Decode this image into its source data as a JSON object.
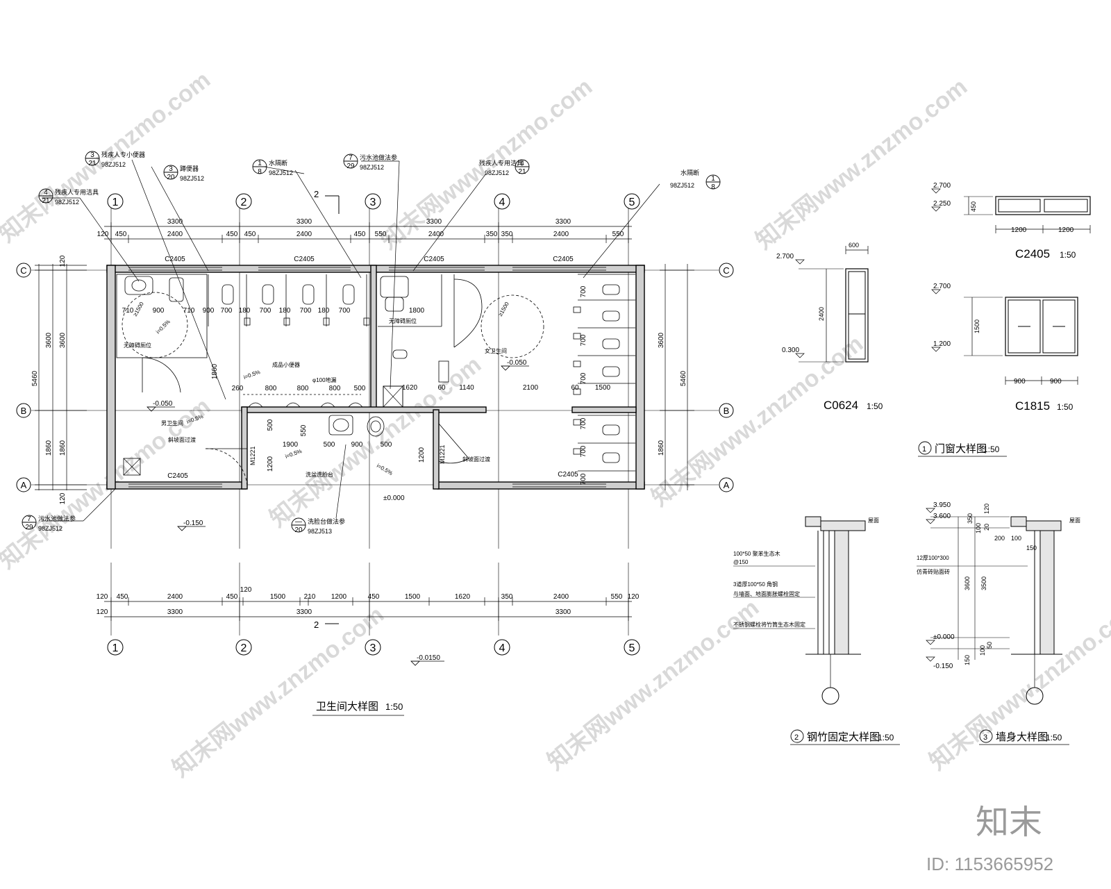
{
  "plan": {
    "title": "卫生间大样图",
    "scale": "1:50",
    "section_mark": "2",
    "axes_x": [
      "1",
      "2",
      "3",
      "4",
      "5"
    ],
    "axes_y": [
      "C",
      "B",
      "A"
    ],
    "dims_top_total": [
      "3300",
      "3300",
      "3300",
      "3300"
    ],
    "dims_top_detail": [
      "120",
      "450",
      "2400",
      "450",
      "450",
      "2400",
      "450",
      "550",
      "2400",
      "350",
      "350",
      "2400",
      "550"
    ],
    "dims_bottom_detail": [
      "120",
      "450",
      "2400",
      "450",
      "120",
      "1500",
      "210",
      "1200",
      "450",
      "1500",
      "1620",
      "350",
      "2400",
      "550",
      "120"
    ],
    "dims_bottom_total": [
      "120",
      "3300",
      "3300",
      "3300"
    ],
    "dims_left": [
      "120",
      "3600",
      "1860",
      "120"
    ],
    "dims_left_total": "5460",
    "dims_right": [
      "3600",
      "1860"
    ],
    "dims_right_total": "5460",
    "windows": [
      "C2405",
      "C2405",
      "C2405",
      "C2405",
      "C2405",
      "C2405"
    ],
    "doors": [
      "M1221",
      "M1221"
    ],
    "rooms": [
      "男卫生间",
      "女卫生间",
      "无障碍厕位",
      "无障碍厕位",
      "残疾人专用洁具"
    ],
    "interior_dims": [
      "710",
      "900",
      "710",
      "900",
      "700",
      "180",
      "700",
      "180",
      "700",
      "180",
      "700",
      "260",
      "800",
      "800",
      "800",
      "500",
      "1860",
      "1900",
      "500",
      "900",
      "500",
      "1200",
      "1800",
      "1140",
      "2100",
      "1500",
      "700",
      "700",
      "700",
      "700",
      "700",
      "700",
      "550",
      "500",
      "1200",
      "1620",
      "60",
      "60"
    ],
    "slopes": [
      "i=0.5%",
      "i=0.5%",
      "i=0.5%",
      "i=0.5%",
      "i=0.5%"
    ],
    "levels": [
      "-0.050",
      "-0.050",
      "-0.150",
      "±0.000",
      "-0.0150"
    ],
    "notes": [
      "成品小便器",
      "φ100地漏",
      "洗盆洗脸台",
      "斜坡面过渡",
      "斜坡面过渡"
    ],
    "circle_r": [
      "≥1500",
      "≥1500"
    ]
  },
  "callouts": [
    {
      "num": "3",
      "sheet": "21",
      "ref": "98ZJ512",
      "text": "残疾人专小便器"
    },
    {
      "num": "3",
      "sheet": "20",
      "ref": "98ZJ512",
      "text": "蹲便器"
    },
    {
      "num": "1",
      "sheet": "8",
      "ref": "98ZJ512",
      "text": "水隔断"
    },
    {
      "num": "7",
      "sheet": "29",
      "ref": "98ZJ512",
      "text": "污水池做法参"
    },
    {
      "num": "4",
      "sheet": "21",
      "ref": "98ZJ512",
      "text": "残疾人专用洁具"
    },
    {
      "num": "1",
      "sheet": "8",
      "ref": "98ZJ512",
      "text": "水隔断"
    },
    {
      "num": "4",
      "sheet": "21",
      "ref": "98ZJ512",
      "text": "残疾人专用洁具"
    },
    {
      "num": "7",
      "sheet": "29",
      "ref": "98ZJ512",
      "text": "污水池做法参"
    },
    {
      "num": "—",
      "sheet": "20",
      "ref": "98ZJ513",
      "text": "洗脸台做法参"
    }
  ],
  "window_details": {
    "title": "门窗大样图",
    "title_num": "1",
    "scale": "1:50",
    "c0624": {
      "label": "C0624",
      "scale": "1:50",
      "width": "600",
      "height": "2400",
      "top": "2.700",
      "bottom": "0.300"
    },
    "c2405": {
      "label": "C2405",
      "scale": "1:50",
      "w1": "1200",
      "w2": "1200",
      "height": "450",
      "top": "2.700",
      "bottom": "2.250"
    },
    "c1815": {
      "label": "C1815",
      "scale": "1:50",
      "w1": "900",
      "w2": "900",
      "height": "1500",
      "top": "2.700",
      "bottom": "1.200"
    }
  },
  "detail2": {
    "num": "2",
    "title": "钢竹固定大样图",
    "scale": "1:50",
    "notes": [
      "100*50 聚苯生态木",
      "@150",
      "3道厚100*50 角钢",
      "与墙面、地面膨胀螺栓固定",
      "不锈钢螺栓将竹筒生态木固定"
    ],
    "roof": "屋面"
  },
  "detail3": {
    "num": "3",
    "title": "墙身大样图",
    "scale": "1:50",
    "levels": [
      "3.950",
      "3.600",
      "±0.000",
      "-0.150"
    ],
    "dims": [
      "120",
      "350",
      "100",
      "20",
      "200",
      "100",
      "150",
      "3600",
      "3500",
      "100",
      "50",
      "150"
    ],
    "notes": [
      "12厚100*300",
      "仿青砖贴面砖"
    ],
    "roof": "屋面"
  },
  "watermark": {
    "text": "知末网www.znzmo.com"
  },
  "brand": {
    "logo": "知末",
    "id": "ID: 1153665952"
  }
}
